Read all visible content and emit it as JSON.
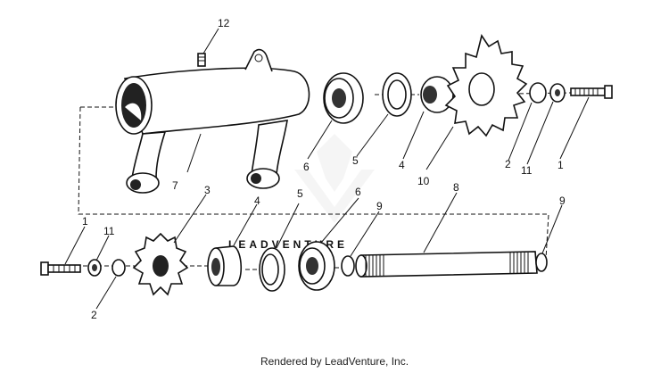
{
  "callouts": {
    "c1_top": "1",
    "c2_top": "2",
    "c4_top": "4",
    "c5_top": "5",
    "c6_top": "6",
    "c7_top": "7",
    "c10_top": "10",
    "c11_top": "11",
    "c12_top": "12",
    "c1_bottom": "1",
    "c2_bottom": "2",
    "c3_bottom": "3",
    "c4_bottom": "4",
    "c5_bottom": "5",
    "c6_bottom": "6",
    "c8_bottom": "8",
    "c9_left": "9",
    "c9_right": "9",
    "c11_bottom": "11"
  },
  "watermark": "LEADVENTURE",
  "footer": "Rendered by LeadVenture, Inc."
}
